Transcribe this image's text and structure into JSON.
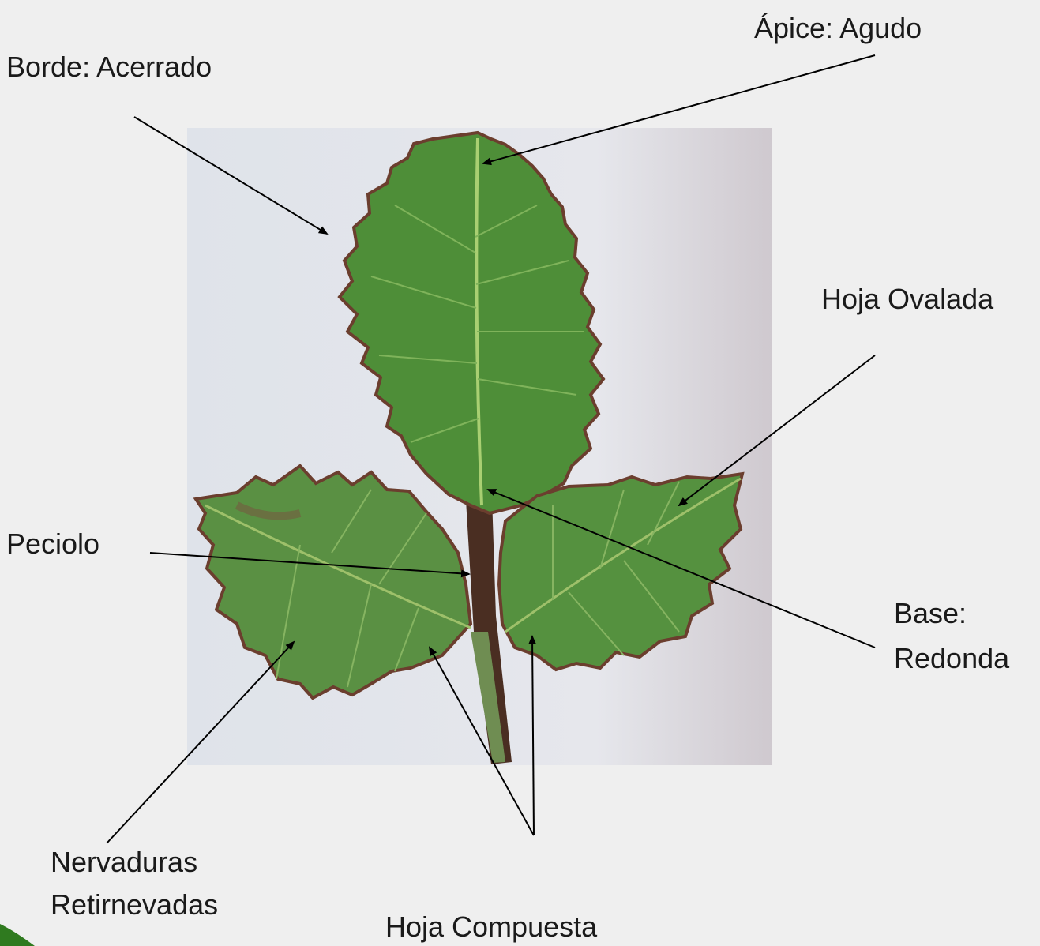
{
  "labels": {
    "apice": "Ápice: Agudo",
    "borde": "Borde: Acerrado",
    "hoja_ovalada": "Hoja Ovalada",
    "peciolo": "Peciolo",
    "base_line1": "Base:",
    "base_line2": "Redonda",
    "nervaduras_line1": "Nervaduras",
    "nervaduras_line2": "Retirnevadas",
    "hoja_compuesta": "Hoja Compuesta"
  },
  "colors": {
    "background": "#efefef",
    "photo_background": "#d9dde6",
    "leaf": "#4f8f3a",
    "leaf_margin": "#6b3e2e",
    "vein": "#9cc56a",
    "petiole": "#5a3a2a",
    "arrow": "#000000",
    "corner_accent": "#2f7a1f"
  },
  "icons": {
    "leaf_photo": "compound-leaf-illustration",
    "arrowhead": "arrow-head-icon"
  }
}
